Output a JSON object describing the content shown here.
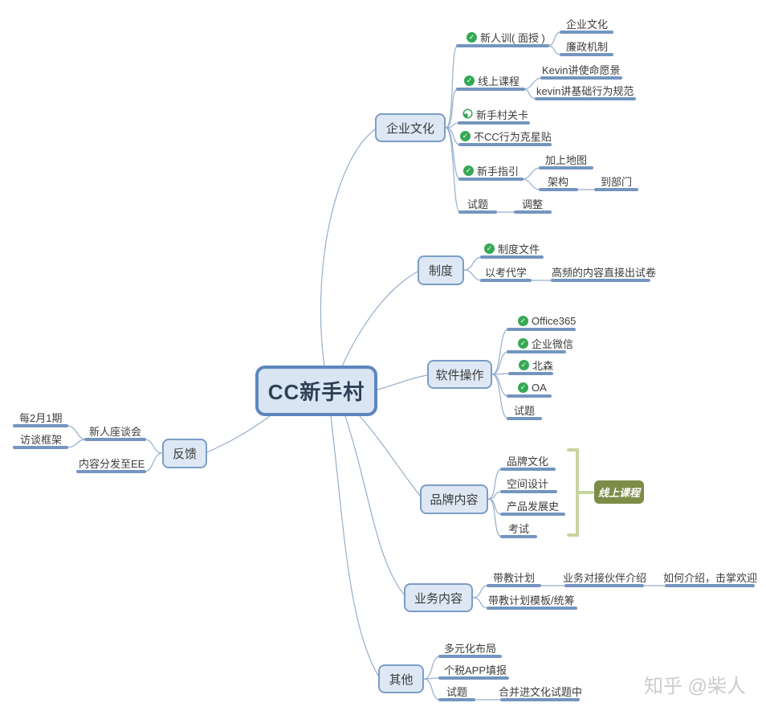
{
  "root": {
    "label": "CC新手村"
  },
  "watermark": "知乎 @柴人",
  "colors": {
    "node_fill": "#dde8f4",
    "node_border": "#7b9dc6",
    "central_border": "#5d86bc",
    "topic_line": "#7495c0",
    "thin_curve": "#96aecb",
    "check_green": "#35a854",
    "callout_bracket": "#c8d4a0",
    "callout_fill": "#7d8c48"
  },
  "branches": {
    "culture": {
      "label": "企业文化"
    },
    "policy": {
      "label": "制度"
    },
    "software": {
      "label": "软件操作"
    },
    "brand": {
      "label": "品牌内容"
    },
    "business": {
      "label": "业务内容"
    },
    "other": {
      "label": "其他"
    },
    "feedback": {
      "label": "反馈"
    }
  },
  "topics": {
    "newcomer_training": {
      "label": "新人训( 面授 )",
      "icon": "check-icon"
    },
    "corp_culture": {
      "label": "企业文化"
    },
    "integrity": {
      "label": "廉政机制"
    },
    "online_course": {
      "label": "线上课程",
      "icon": "check-icon"
    },
    "kevin_mission": {
      "label": "Kevin讲使命愿景"
    },
    "kevin_behavior": {
      "label": "kevin讲基础行为规范"
    },
    "village_levels": {
      "label": "新手村关卡",
      "icon": "pie-progress-icon"
    },
    "no_cc_sticker": {
      "label": "不CC行为克星贴",
      "icon": "check-icon"
    },
    "newbie_guide": {
      "label": "新手指引",
      "icon": "check-icon"
    },
    "add_map": {
      "label": "加上地图"
    },
    "structure": {
      "label": "架构"
    },
    "to_department": {
      "label": "到部门"
    },
    "quiz1": {
      "label": "试题"
    },
    "adjust": {
      "label": "调整"
    },
    "policy_docs": {
      "label": "制度文件",
      "icon": "check-icon"
    },
    "exam_as_learning": {
      "label": "以考代学"
    },
    "high_freq": {
      "label": "高频的内容直接出试卷"
    },
    "office365": {
      "label": "Office365",
      "icon": "check-icon"
    },
    "wecom": {
      "label": "企业微信",
      "icon": "check-icon"
    },
    "beisen": {
      "label": "北森",
      "icon": "check-icon"
    },
    "oa": {
      "label": "OA",
      "icon": "check-icon"
    },
    "quiz2": {
      "label": "试题"
    },
    "brand_culture": {
      "label": "品牌文化"
    },
    "space_design": {
      "label": "空间设计"
    },
    "product_history": {
      "label": "产品发展史"
    },
    "exam": {
      "label": "考试"
    },
    "online_course_callout": {
      "label": "线上课程"
    },
    "mentoring_plan": {
      "label": "带教计划"
    },
    "partner_intro": {
      "label": "业务对接伙伴介绍"
    },
    "how_to_intro": {
      "label": "如何介绍，击掌欢迎"
    },
    "mentoring_template": {
      "label": "带教计划模板/统筹"
    },
    "diversification": {
      "label": "多元化布局"
    },
    "tax_app": {
      "label": "个税APP填报"
    },
    "quiz3": {
      "label": "试题"
    },
    "merge_into_culture": {
      "label": "合并进文化试题中"
    },
    "symposium": {
      "label": "新人座谈会"
    },
    "biweekly": {
      "label": "每2月1期"
    },
    "interview_framework": {
      "label": "访谈框架"
    },
    "distribute_ee": {
      "label": "内容分发至EE"
    }
  }
}
